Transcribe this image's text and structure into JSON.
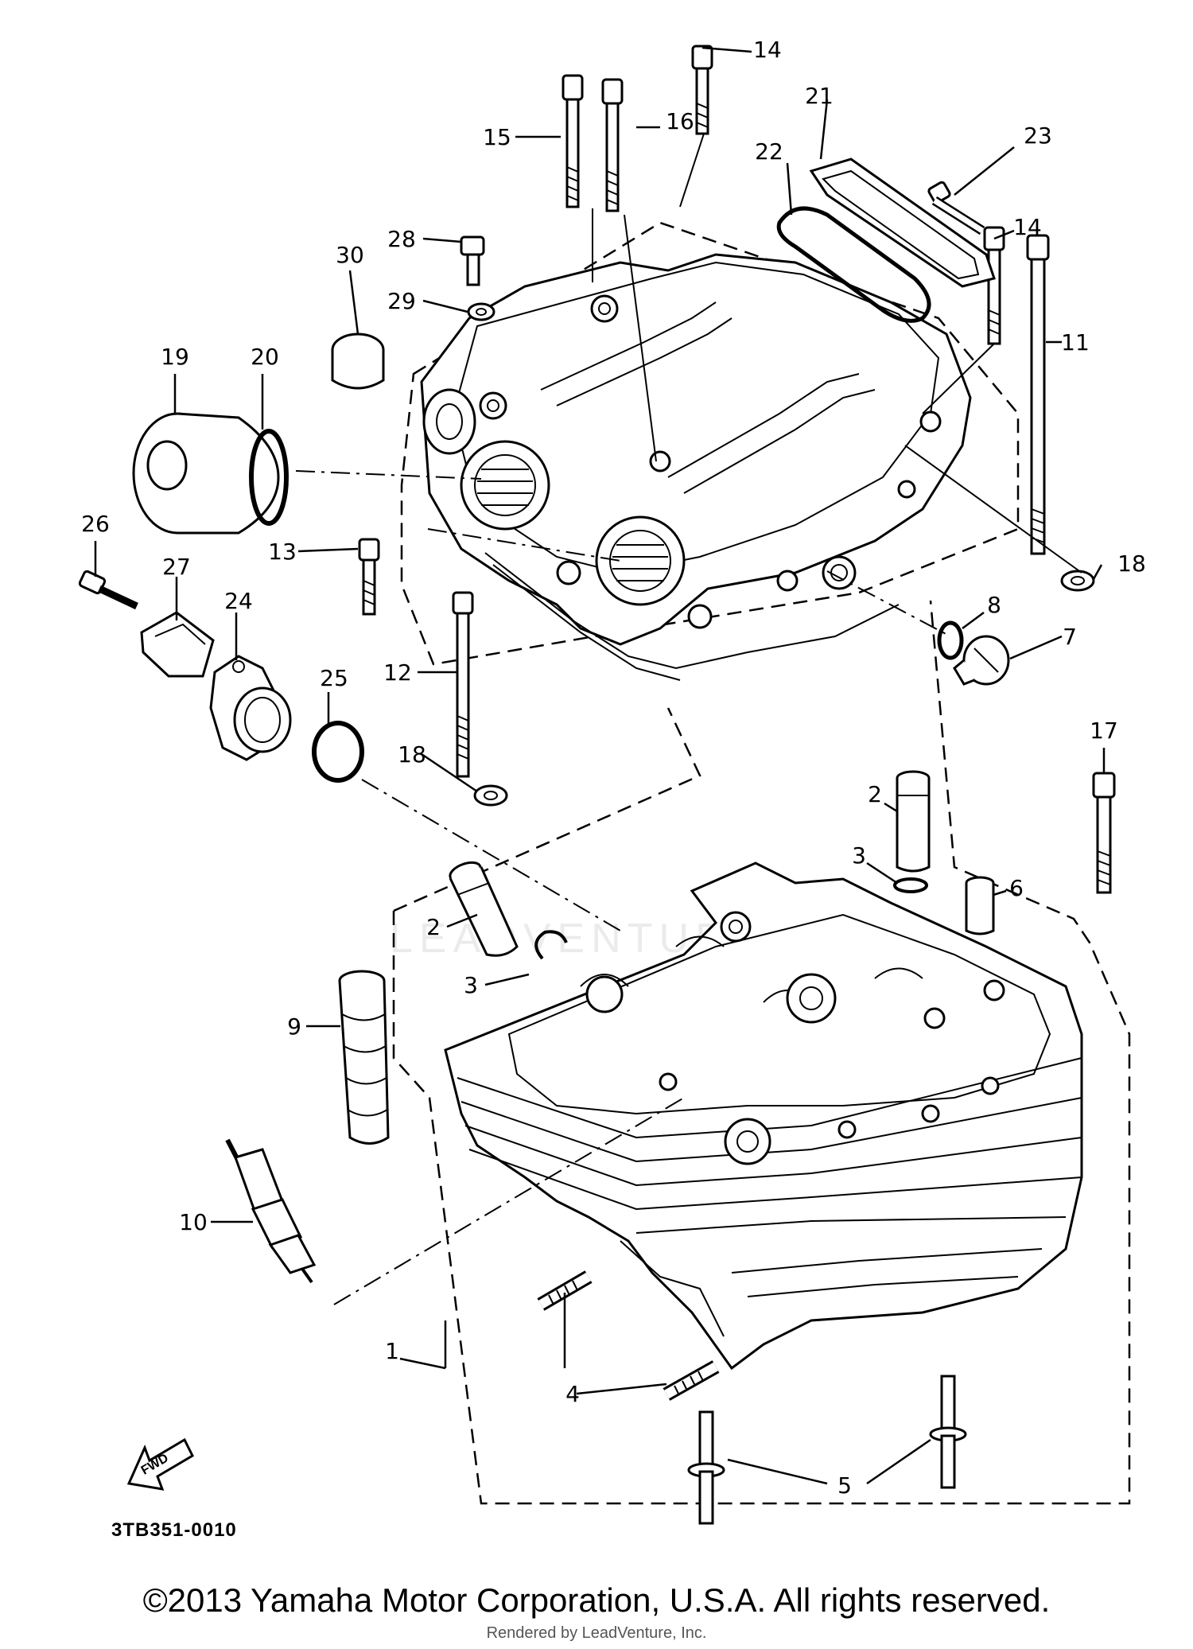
{
  "diagram_code": "3TB351-0010",
  "copyright": "©2013 Yamaha Motor Corporation, U.S.A. All rights reserved.",
  "rendered_by": "Rendered by LeadVenture, Inc.",
  "watermark": "LEADVENTURE",
  "fwd_label": "FWD",
  "callouts": {
    "c1": "1",
    "c2a": "2",
    "c2b": "2",
    "c3a": "3",
    "c3b": "3",
    "c4": "4",
    "c5": "5",
    "c6": "6",
    "c7": "7",
    "c8": "8",
    "c9": "9",
    "c10": "10",
    "c11": "11",
    "c12": "12",
    "c13": "13",
    "c14a": "14",
    "c14b": "14",
    "c15": "15",
    "c16": "16",
    "c17": "17",
    "c18a": "18",
    "c18b": "18",
    "c19": "19",
    "c20": "20",
    "c21": "21",
    "c22": "22",
    "c23": "23",
    "c24": "24",
    "c25": "25",
    "c26": "26",
    "c27": "27",
    "c28": "28",
    "c29": "29",
    "c30": "30"
  }
}
